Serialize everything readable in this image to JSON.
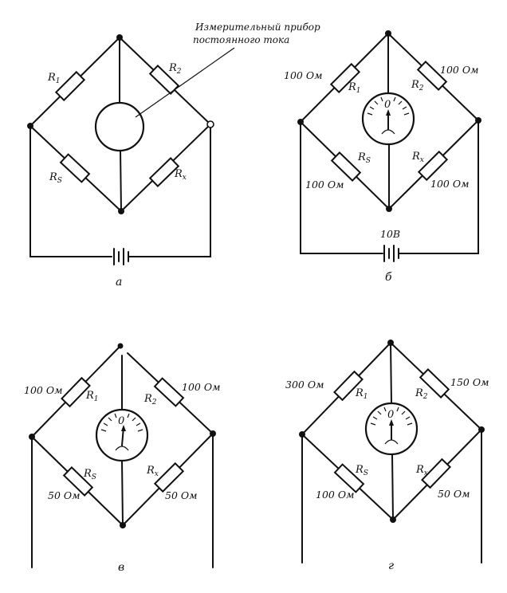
{
  "annotation": {
    "line1": "Измерительный прибор",
    "line2": "постоянного тока"
  },
  "meter_scale": "0",
  "labels": {
    "r1": "R",
    "r1_sub": "1",
    "r2": "R",
    "r2_sub": "2",
    "rs": "R",
    "rs_sub": "S",
    "rx": "R",
    "rx_sub": "x"
  },
  "panels": [
    {
      "caption": "а"
    },
    {
      "caption": "б",
      "r1": "100 Ом",
      "r2": "100 Ом",
      "rs": "100 Ом",
      "rx": "100 Ом",
      "battery": "10В"
    },
    {
      "caption": "в",
      "r1": "100 Ом",
      "r2": "100 Ом",
      "rs": "50 Ом",
      "rx": "50 Ом"
    },
    {
      "caption": "г",
      "r1": "300 Ом",
      "r2": "150 Ом",
      "rs": "100 Ом",
      "rx": "50 Ом"
    }
  ]
}
